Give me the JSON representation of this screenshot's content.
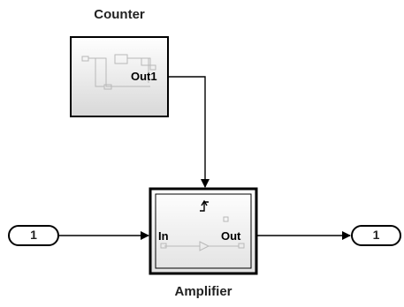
{
  "diagram": {
    "blocks": {
      "counter": {
        "title": "Counter",
        "port_out": "Out1"
      },
      "amplifier": {
        "title": "Amplifier",
        "port_in": "In",
        "port_out": "Out"
      }
    },
    "inport": {
      "label": "1"
    },
    "outport": {
      "label": "1"
    }
  },
  "colors": {
    "line": "#000000",
    "block_border": "#000000",
    "block_fill_top": "#ffffff",
    "block_fill_bottom": "#dcdcdc"
  }
}
